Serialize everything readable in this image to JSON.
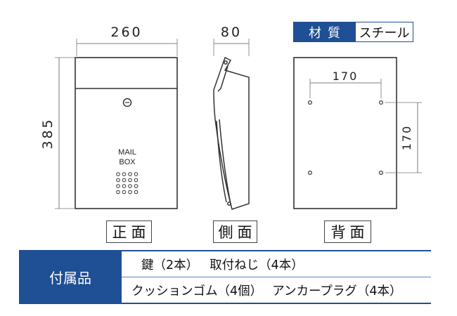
{
  "dimensions": {
    "front_width": "260",
    "side_depth": "80",
    "height": "385",
    "back_horizontal": "170",
    "back_vertical": "170"
  },
  "front_panel": {
    "line1": "MAIL",
    "line2": "BOX"
  },
  "material": {
    "label": "材質",
    "value": "スチール"
  },
  "view_labels": {
    "front": "正面",
    "side": "側面",
    "back": "背面"
  },
  "accessories": {
    "header": "付属品",
    "row1_item1": "鍵（2本）",
    "row1_item2": "取付ねじ（4本）",
    "row2_item1": "クッションゴム（4個）",
    "row2_item2": "アンカープラグ（4本）"
  },
  "colors": {
    "accent_blue": "#1f4f94",
    "line": "#444444"
  }
}
